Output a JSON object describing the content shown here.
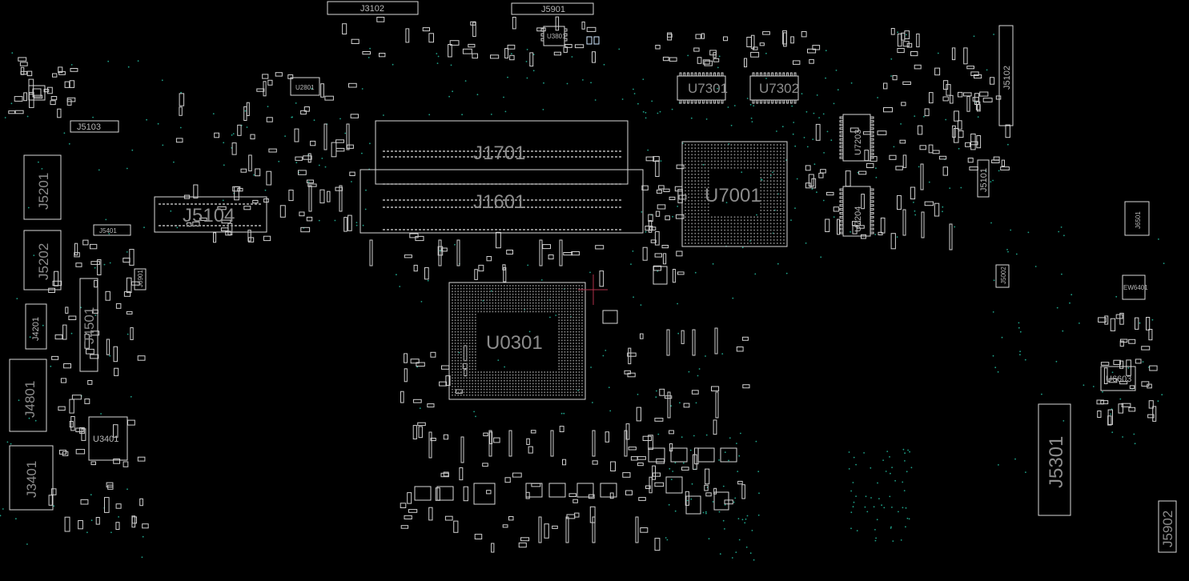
{
  "board": {
    "background": "#000000",
    "outline_color": "#d8d8d8",
    "label_color": "#8c8c8c",
    "via_color": "#1fa38a",
    "cursor_color": "#b0304a"
  },
  "components": {
    "J3102": "J3102",
    "J5901": "J5901",
    "U3801": "U3801",
    "J5102": "J5102",
    "U7301": "U7301",
    "U7302": "U7302",
    "U2801": "U2801",
    "J1701": "J1701",
    "J1601": "J1601",
    "U7001": "U7001",
    "U7203": "U7203",
    "U7204": "U7204",
    "J5101": "J5101",
    "J5103": "J5103",
    "J5201": "J5201",
    "J5104": "J5104",
    "J5401": "J5401",
    "J5202": "J5202",
    "J6501": "J6501",
    "J5002": "J5002",
    "J6901": "J6901",
    "EW6401": "EW6401",
    "J4501": "J4501",
    "J4201": "J4201",
    "U0301": "U0301",
    "J4801": "J4801",
    "U6603": "U6603",
    "U3401": "U3401",
    "J3401": "J3401",
    "J5301": "J5301",
    "J5902": "J5902"
  }
}
